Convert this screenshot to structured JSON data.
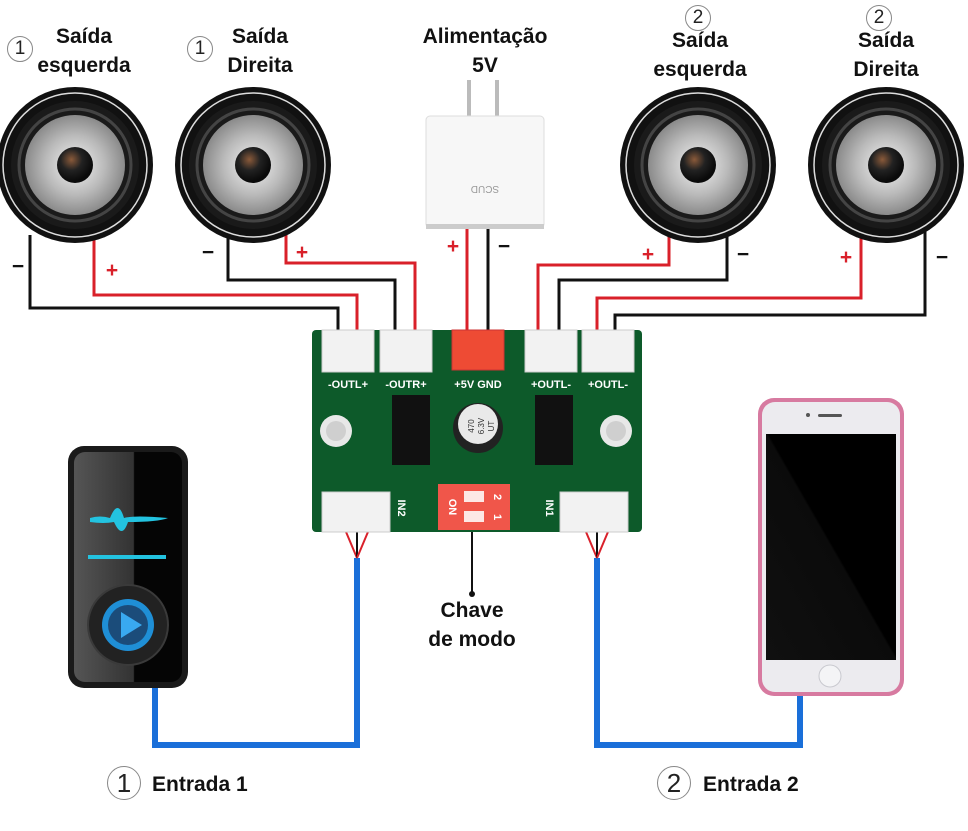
{
  "title_labels": {
    "speaker_1_left": {
      "badge": "1",
      "line1": "Saída",
      "line2": "esquerda"
    },
    "speaker_1_right": {
      "badge": "1",
      "line1": "Saída",
      "line2": "Direita"
    },
    "power": {
      "line1": "Alimentação",
      "line2": "5V"
    },
    "speaker_2_left": {
      "badge": "2",
      "line1": "Saída",
      "line2": "esquerda"
    },
    "speaker_2_right": {
      "badge": "2",
      "line1": "Saída",
      "line2": "Direita"
    }
  },
  "polarity": {
    "plus": "+",
    "minus": "−"
  },
  "charger": {
    "brand": "SCUD"
  },
  "board": {
    "connectors": [
      "-OUTL+",
      "-OUTR+",
      "+5V GND",
      "+OUTL-",
      "+OUTL-"
    ],
    "inputs": [
      "IN2",
      "IN1"
    ],
    "capacitor": [
      "470",
      "6.3V",
      "UT"
    ],
    "switch": {
      "on_label": "ON",
      "positions": [
        "2",
        "1"
      ]
    },
    "colors": {
      "pcb": "#0d5a2a",
      "switch": "#f0564a",
      "power_connector": "#ee4b34"
    }
  },
  "mode_switch_label": {
    "line1": "Chave",
    "line2": "de modo"
  },
  "inputs": {
    "input_1": {
      "badge": "1",
      "label": "Entrada 1"
    },
    "input_2": {
      "badge": "2",
      "label": "Entrada 2"
    }
  },
  "wire_colors": {
    "positive": "#d9202a",
    "negative": "#111111",
    "audio": "#1a6fd9"
  }
}
